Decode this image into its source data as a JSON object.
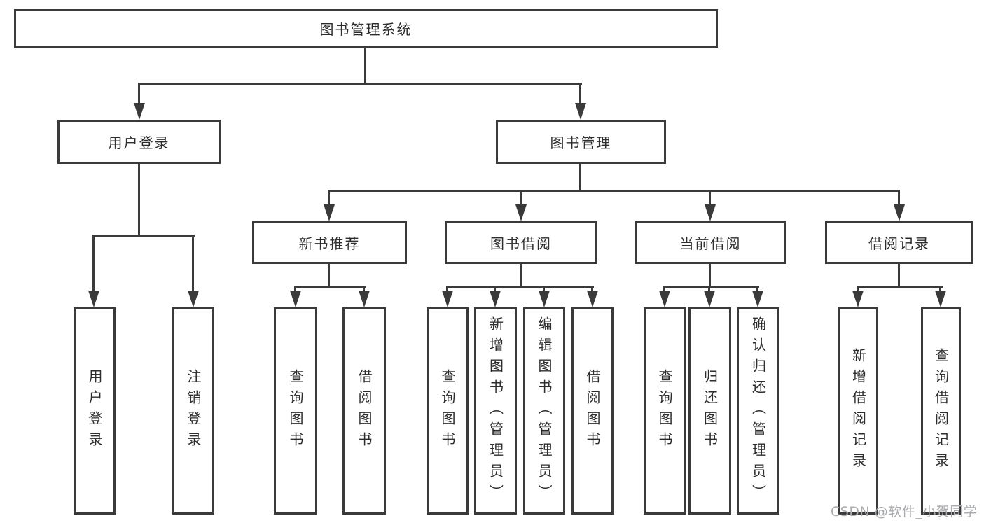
{
  "diagram_type": "hierarchy-tree",
  "tree": {
    "label": "图书管理系统",
    "children": [
      {
        "label": "用户登录",
        "children": [
          {
            "label": "用户登录"
          },
          {
            "label": "注销登录"
          }
        ]
      },
      {
        "label": "图书管理",
        "children": [
          {
            "label": "新书推荐",
            "children": [
              {
                "label": "查询图书"
              },
              {
                "label": "借阅图书"
              }
            ]
          },
          {
            "label": "图书借阅",
            "children": [
              {
                "label": "查询图书"
              },
              {
                "label": "新增图书（管理员）"
              },
              {
                "label": "编辑图书（管理员）"
              },
              {
                "label": "借阅图书"
              }
            ]
          },
          {
            "label": "当前借阅",
            "children": [
              {
                "label": "查询图书"
              },
              {
                "label": "归还图书"
              },
              {
                "label": "确认归还（管理员）"
              }
            ]
          },
          {
            "label": "借阅记录",
            "children": [
              {
                "label": "新增借阅记录"
              },
              {
                "label": "查询借阅记录"
              }
            ]
          }
        ]
      }
    ]
  },
  "watermark": {
    "text": "CSDN @软件_小贺同学"
  },
  "colors": {
    "line": "#3a3a3a",
    "box_border": "#3a3a3a",
    "box_fill": "#ffffff",
    "text": "#2d2d2d",
    "watermark": "#a9abae",
    "background": "#ffffff"
  }
}
